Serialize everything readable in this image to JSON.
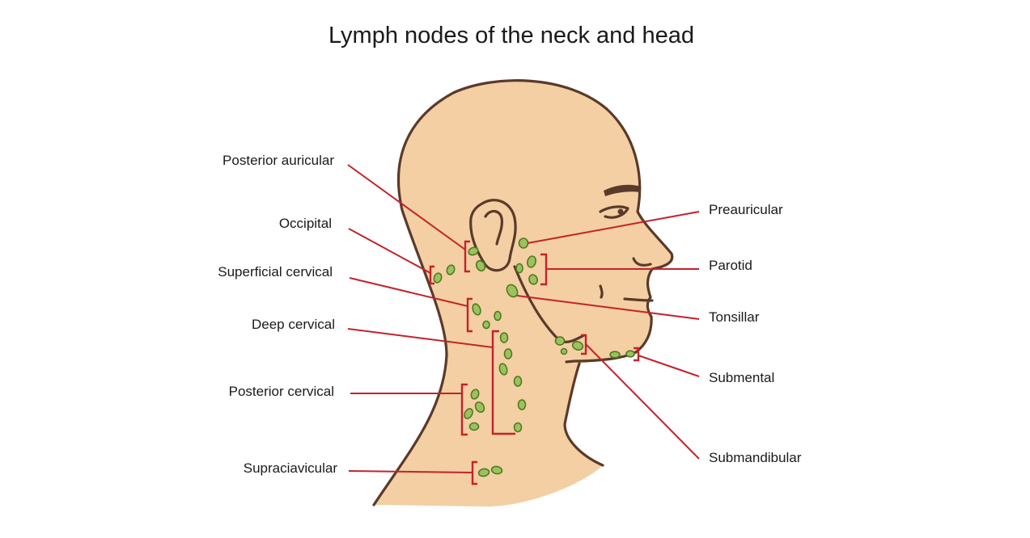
{
  "title": "Lymph nodes of the neck and head",
  "colors": {
    "skin": "#f3cfa3",
    "outline": "#5a3a2a",
    "leader": "#c4222a",
    "node_fill": "#9cc25e",
    "node_stroke": "#4f7a22"
  },
  "labels": {
    "posterior_auricular": "Posterior auricular",
    "occipital": "Occipital",
    "superficial_cervical": "Superficial cervical",
    "deep_cervical": "Deep cervical",
    "posterior_cervical": "Posterior cervical",
    "supraclavicular": "Supraciavicular",
    "preauricular": "Preauricular",
    "parotid": "Parotid",
    "tonsillar": "Tonsillar",
    "submental": "Submental",
    "submandibular": "Submandibular"
  }
}
